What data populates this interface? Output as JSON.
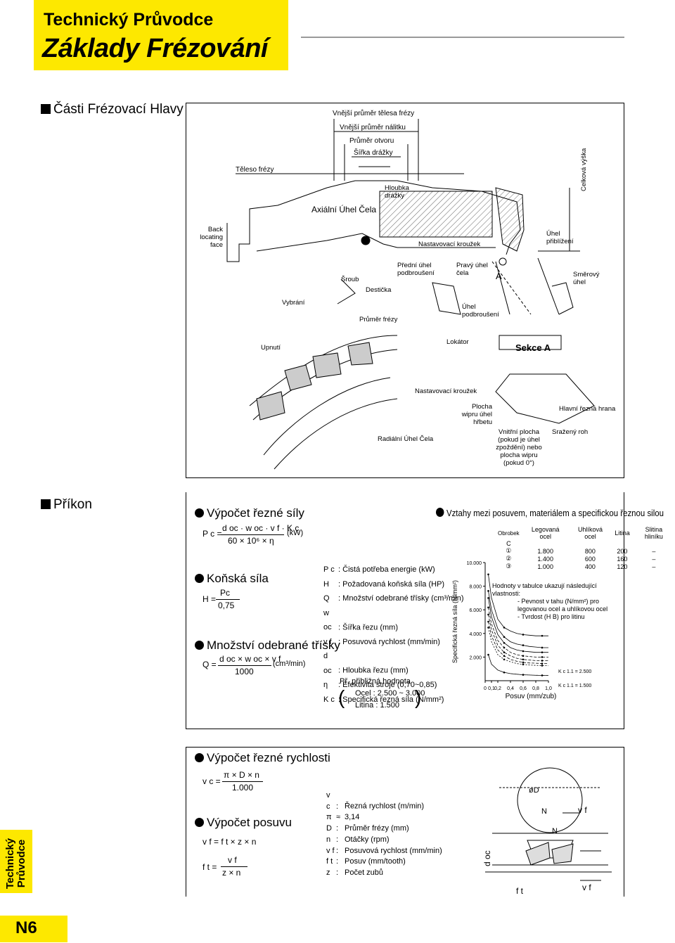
{
  "header": {
    "subtitle": "Technický Průvodce",
    "title": "Základy Frézování"
  },
  "parts_section": {
    "title": "Části Frézovací Hlavy"
  },
  "parts_labels": {
    "outer_diameter_body": "Vnější průměr tělesa frézy",
    "outer_diameter_boss": "Vnější průměr nálitku",
    "bore_diameter": "Průměr otvoru",
    "keyway_width": "Šířka drážky",
    "cutter_body": "Těleso frézy",
    "keyway_depth": "Hloubka drážky",
    "axial_rake": "Axiální Úhel Čela",
    "back_locating_face": "Back locating face",
    "adjusting_ring_top": "Nastavovací kroužek",
    "approach_angle": "Úhel přiblížení",
    "overall_height": "Celková výška",
    "screw": "Šroub",
    "insert": "Destička",
    "front_clearance": "Přední úhel podbroušení",
    "true_rake": "Pravý úhel čela",
    "point_a": "A",
    "lead_angle": "Směrový úhel",
    "recess": "Vybrání",
    "cutter_diameter": "Průměr frézy",
    "clearance_angle": "Úhel podbroušení",
    "clamp": "Upnutí",
    "locator": "Lokátor",
    "section_a": "Sekce A",
    "adjusting_ring": "Nastavovací kroužek",
    "wiper_flat": "Plocha wipru úhel hřbetu",
    "main_edge": "Hlavní řezná hrana",
    "radial_rake": "Radiální Úhel Čela",
    "inner_face": "Vnitřní plocha (pokud je úhel zpoždění) nebo plocha wipru (pokud 0°)",
    "chamfer": "Sražený roh"
  },
  "power_section": {
    "title": "Příkon",
    "cutting_force_title": "Výpočet řezné síly",
    "pc_lhs": "P c =",
    "pc_num": "d oc · w oc · v f · K c",
    "pc_den": "60 × 10⁶ × η",
    "pc_unit": "(kW)",
    "hp_title": "Koňská síla",
    "hp_lhs": "H =",
    "hp_num": "Pc",
    "hp_den": "0,75",
    "chip_title": "Množství odebrané třísky",
    "q_lhs": "Q =",
    "q_num": "d oc × w oc × v f",
    "q_den": "1000",
    "q_unit": "(cm³/min)",
    "legend_symbols": [
      "P c",
      "H",
      "Q",
      "w oc",
      "v f",
      "d oc",
      "η",
      "K c"
    ],
    "legend_defs": [
      "Čistá potřeba energie (kW)",
      "Požadovaná koňská síla (HP)",
      "Množství odebrané třísky (cm³/min)",
      "Šířka řezu (mm)",
      "Posuvová rychlost (mm/min)",
      "Hloubka řezu (mm)",
      "Efektivita stroje (0,70~0,85)",
      "Specifická řezná síla (N/mm²)"
    ],
    "example_title": "Př. přibližná hodnota",
    "example_steel": "Ocel : 2.500 ~ 3.000",
    "example_cast": "Litina : 1.500"
  },
  "chart_title": "Vztahy mezi posuvem, materiálem a specifickou řeznou silou",
  "chart_data": {
    "type": "line",
    "title": "Vztahy mezi posuvem, materiálem a specifickou řeznou silou",
    "xlabel": "Posuv (mm/zub)",
    "ylabel": "Specifická řezná síla (N/mm²)",
    "xlim": [
      0,
      1.0
    ],
    "ylim": [
      0,
      10000
    ],
    "x_ticks": [
      "0",
      "0,1",
      "0,2",
      "0,4",
      "0,6",
      "0,8",
      "1,0"
    ],
    "y_ticks": [
      "2.000",
      "4.000",
      "6.000",
      "8.000",
      "10.000"
    ],
    "x": [
      0.05,
      0.1,
      0.2,
      0.3,
      0.4,
      0.5,
      0.6,
      0.7,
      0.8,
      0.9,
      1.0
    ],
    "series": [
      {
        "name": "Legovaná ocel 1",
        "values": [
          9000,
          7000,
          5200,
          4500,
          4200,
          4000,
          3900,
          3850,
          3800,
          3800,
          3800
        ]
      },
      {
        "name": "Legovaná ocel 2",
        "values": [
          7600,
          6000,
          4400,
          3700,
          3300,
          3100,
          3000,
          2900,
          2850,
          2800,
          2800
        ]
      },
      {
        "name": "Legovaná ocel 3",
        "values": [
          7000,
          5400,
          3900,
          3200,
          2800,
          2600,
          2500,
          2450,
          2400,
          2400,
          2400
        ]
      },
      {
        "name": "Uhlíková ocel 1",
        "values": [
          6200,
          4800,
          3400,
          2800,
          2400,
          2200,
          2100,
          2050,
          2000,
          2000,
          2000
        ]
      },
      {
        "name": "Uhlíková ocel 2",
        "values": [
          5600,
          4300,
          3000,
          2400,
          2100,
          1900,
          1800,
          1750,
          1700,
          1700,
          1700
        ]
      },
      {
        "name": "Uhlíková ocel 3",
        "values": [
          5000,
          3800,
          2600,
          2100,
          1800,
          1650,
          1550,
          1500,
          1480,
          1450,
          1450
        ]
      },
      {
        "name": "Litina",
        "values": [
          4500,
          3300,
          2200,
          1800,
          1600,
          1450,
          1380,
          1330,
          1300,
          1280,
          1270
        ]
      },
      {
        "name": "Slitina hliníku",
        "values": [
          2200,
          1400,
          900,
          700,
          600,
          550,
          500,
          480,
          460,
          450,
          440
        ]
      }
    ],
    "legend": {
      "workpiece_label": "Obrobek",
      "col_alloy": "Legovaná ocel",
      "col_carbon": "Uhlíková ocel",
      "col_cast": "Litina",
      "col_alu": "Slitina hliníku",
      "row_c": "C",
      "rows": [
        {
          "id": "①",
          "alloy": "1.800",
          "carbon": "800",
          "cast": "200",
          "alu": "–"
        },
        {
          "id": "②",
          "alloy": "1.400",
          "carbon": "600",
          "cast": "160",
          "alu": "–"
        },
        {
          "id": "③",
          "alloy": "1.000",
          "carbon": "400",
          "cast": "120",
          "alu": "–"
        }
      ],
      "note1": "Hodnoty v tabulce ukazují následující vlastnosti:",
      "note2": "- Pevnost v tahu (N/mm²) pro legovanou ocel a uhlíkovou ocel",
      "note3": "- Tvrdost (H B)  pro litinu",
      "kc1": "K c 1.1 = 2.500",
      "kc2": "K c 1.1 = 1.500"
    }
  },
  "speed_section": {
    "title": "Výpočet řezné rychlosti",
    "vc_lhs": "v c =",
    "vc_num": "π × D × n",
    "vc_den": "1.000",
    "feed_title": "Výpočet posuvu",
    "vf_eq": "v f = f t × z × n",
    "ft_lhs": "f t =",
    "ft_num": "v f",
    "ft_den": "z × n",
    "symbols": [
      "v c",
      "π",
      "D",
      "n",
      "v f",
      "f t",
      "z"
    ],
    "seps": [
      ":",
      "≈",
      ":",
      ":",
      ":",
      ":",
      ":"
    ],
    "defs": [
      "Řezná rychlost (m/min)",
      "3,14",
      "Průměr frézy (mm)",
      "Otáčky (rpm)",
      "Posuvová rychlost (mm/min)",
      "Posuv (mm/tooth)",
      "Počet zubů"
    ],
    "fig_D": "øD",
    "fig_N1": "N",
    "fig_N2": "N",
    "fig_vf1": "v f",
    "fig_vf2": "v f",
    "fig_doc": "d oc",
    "fig_ft": "f t"
  },
  "side_tab": {
    "line1": "Technický",
    "line2": "Průvodce"
  },
  "page_number": "N6"
}
